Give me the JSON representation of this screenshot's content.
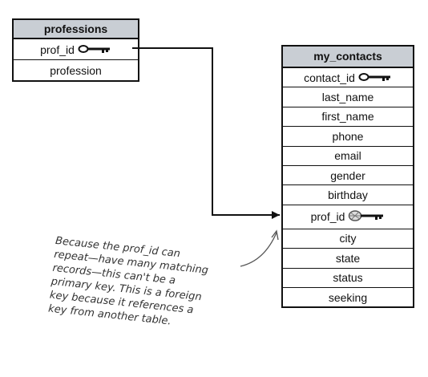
{
  "professions": {
    "title": "professions",
    "rows": [
      "prof_id",
      "profession"
    ]
  },
  "my_contacts": {
    "title": "my_contacts",
    "rows": [
      "contact_id",
      "last_name",
      "first_name",
      "phone",
      "email",
      "gender",
      "birthday",
      "prof_id",
      "city",
      "state",
      "status",
      "seeking"
    ]
  },
  "annotation": {
    "text": "Because the prof_id can\nrepeat—have many matching\nrecords—this can't be a\nprimary key. This is a foreign\nkey because it references a\nkey from another table."
  },
  "icons": {
    "primary_key": "key-icon",
    "foreign_key": "fuzzy-key-icon"
  },
  "colors": {
    "header_bg": "#c9ced4",
    "line": "#111111"
  }
}
